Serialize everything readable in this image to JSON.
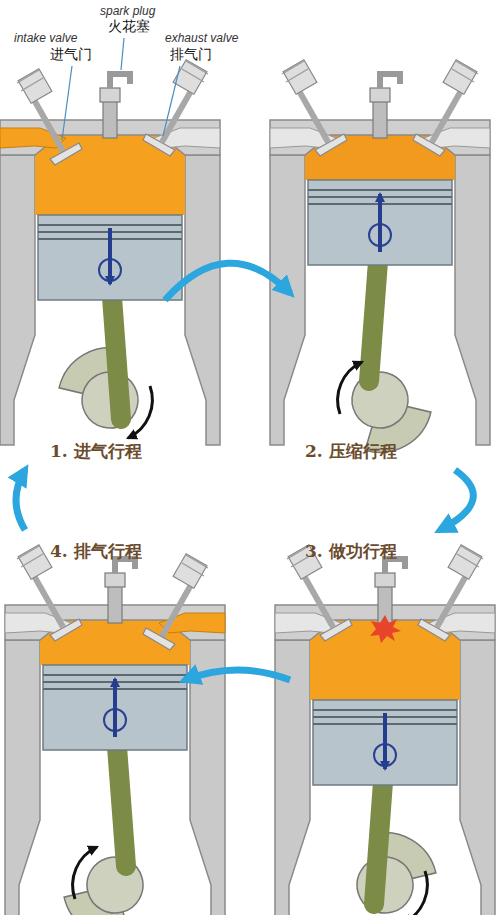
{
  "diagram": {
    "nodes": [
      {
        "text": [
          "1. 进气行程"
        ]
      },
      {
        "text": [
          "2. 压缩行程"
        ]
      },
      {
        "text": [
          "3. 做功行程"
        ]
      },
      {
        "text": [
          "4. 排气行程"
        ]
      }
    ],
    "edges": [
      {
        "from": 0,
        "to": 1,
        "arrow": "to"
      },
      {
        "from": 1,
        "to": 2,
        "arrow": "to"
      },
      {
        "from": 2,
        "to": 3,
        "arrow": "to"
      },
      {
        "from": 3,
        "to": 0,
        "arrow": "to"
      }
    ],
    "labels": [
      "spark plug",
      "火花塞",
      "intake valve",
      "进气门",
      "exhaust valve",
      "排气门"
    ]
  }
}
